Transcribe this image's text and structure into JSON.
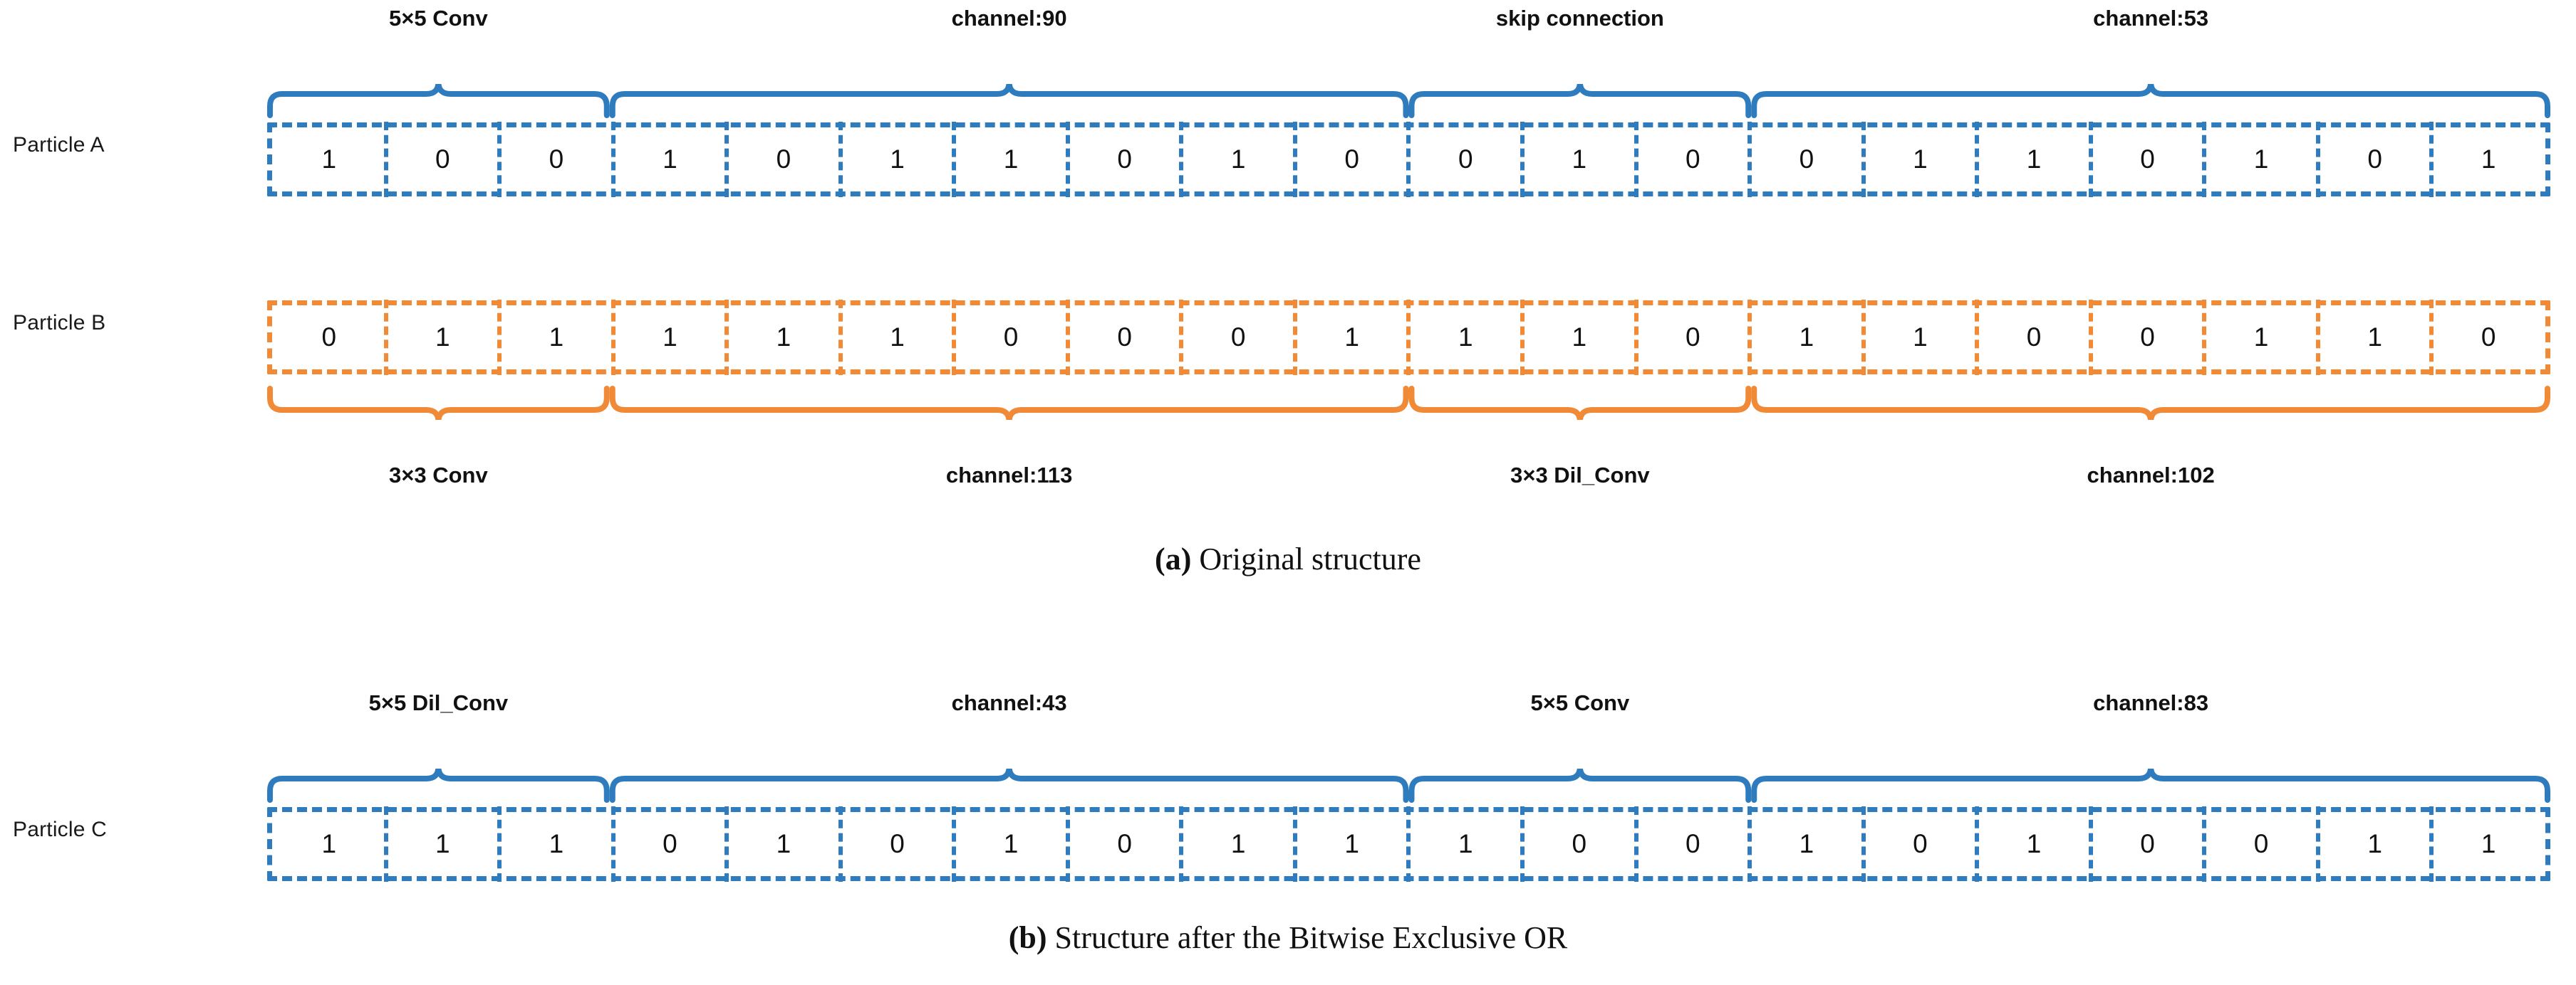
{
  "figure": {
    "colors": {
      "blue": "#2e7cbe",
      "orange": "#f08a36",
      "text": "#111111"
    }
  },
  "panel_a": {
    "caption_tag": "(a)",
    "caption_text": " Original structure",
    "rows": [
      {
        "label": "Particle A",
        "color": "blue",
        "brace_side": "top",
        "bits": [
          "1",
          "0",
          "0",
          "1",
          "0",
          "1",
          "1",
          "0",
          "1",
          "0",
          "0",
          "1",
          "0",
          "0",
          "1",
          "1",
          "0",
          "1",
          "0",
          "1"
        ],
        "groups": [
          {
            "label": "5×5 Conv",
            "start": 0,
            "end": 3
          },
          {
            "label": "channel:90",
            "start": 3,
            "end": 10
          },
          {
            "label": "skip connection",
            "start": 10,
            "end": 13
          },
          {
            "label": "channel:53",
            "start": 13,
            "end": 20
          }
        ]
      },
      {
        "label": "Particle B",
        "color": "orange",
        "brace_side": "bottom",
        "bits": [
          "0",
          "1",
          "1",
          "1",
          "1",
          "1",
          "0",
          "0",
          "0",
          "1",
          "1",
          "1",
          "0",
          "1",
          "1",
          "0",
          "0",
          "1",
          "1",
          "0"
        ],
        "groups": [
          {
            "label": "3×3 Conv",
            "start": 0,
            "end": 3
          },
          {
            "label": "channel:113",
            "start": 3,
            "end": 10
          },
          {
            "label": "3×3 Dil_Conv",
            "start": 10,
            "end": 13
          },
          {
            "label": "channel:102",
            "start": 13,
            "end": 20
          }
        ]
      }
    ]
  },
  "panel_b": {
    "caption_tag": "(b)",
    "caption_text": " Structure after the Bitwise Exclusive OR",
    "rows": [
      {
        "label": "Particle C",
        "color": "blue",
        "brace_side": "top",
        "bits": [
          "1",
          "1",
          "1",
          "0",
          "1",
          "0",
          "1",
          "0",
          "1",
          "1",
          "1",
          "0",
          "0",
          "1",
          "0",
          "1",
          "0",
          "0",
          "1",
          "1"
        ],
        "groups": [
          {
            "label": "5×5 Dil_Conv",
            "start": 0,
            "end": 3
          },
          {
            "label": "channel:43",
            "start": 3,
            "end": 10
          },
          {
            "label": "5×5 Conv",
            "start": 10,
            "end": 13
          },
          {
            "label": "channel:83",
            "start": 13,
            "end": 20
          }
        ]
      }
    ]
  },
  "chart_data": {
    "type": "diagram",
    "title": "Particle encoding structure and bitwise exclusive OR",
    "cells_per_row": 20,
    "rows": [
      {
        "name": "Particle A",
        "bitstring": "10010110100100110101"
      },
      {
        "name": "Particle B",
        "bitstring": "01111100011101100110"
      },
      {
        "name": "Particle C",
        "bitstring": "11101010111001010011"
      }
    ]
  }
}
